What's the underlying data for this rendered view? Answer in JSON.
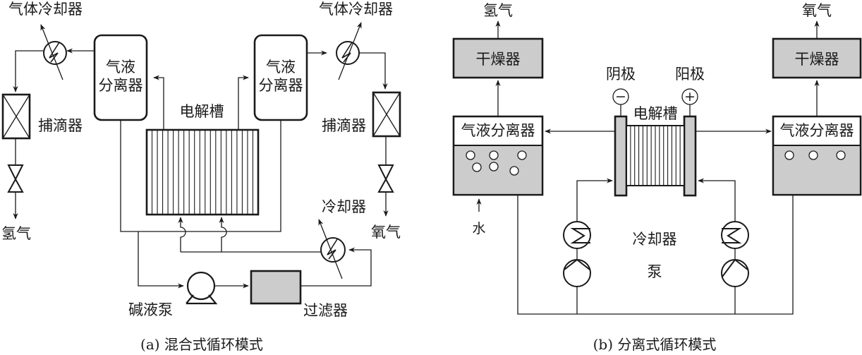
{
  "colors": {
    "line": "#1a1a1a",
    "fill_gray": "#cccccc",
    "background": "#ffffff"
  },
  "panel_a": {
    "caption": "(a) 混合式循环模式",
    "gas_cooler_left": "气体冷却器",
    "gas_cooler_right": "气体冷却器",
    "separator_left_line1": "气液",
    "separator_left_line2": "分离器",
    "separator_right_line1": "气液",
    "separator_right_line2": "分离器",
    "electrolyzer": "电解槽",
    "demister_left": "捕滴器",
    "demister_right": "捕滴器",
    "hydrogen": "氢气",
    "oxygen": "氧气",
    "cooler": "冷却器",
    "lye_pump": "碱液泵",
    "filter": "过滤器"
  },
  "panel_b": {
    "caption": "(b) 分离式循环模式",
    "hydrogen": "氢气",
    "oxygen": "氧气",
    "dryer_left": "干燥器",
    "dryer_right": "干燥器",
    "cathode": "阴极",
    "anode": "阳极",
    "cathode_sign": "−",
    "anode_sign": "+",
    "electrolyzer": "电解槽",
    "separator_left": "气液分离器",
    "separator_right": "气液分离器",
    "water": "水",
    "cooler": "冷却器",
    "pump": "泵"
  }
}
